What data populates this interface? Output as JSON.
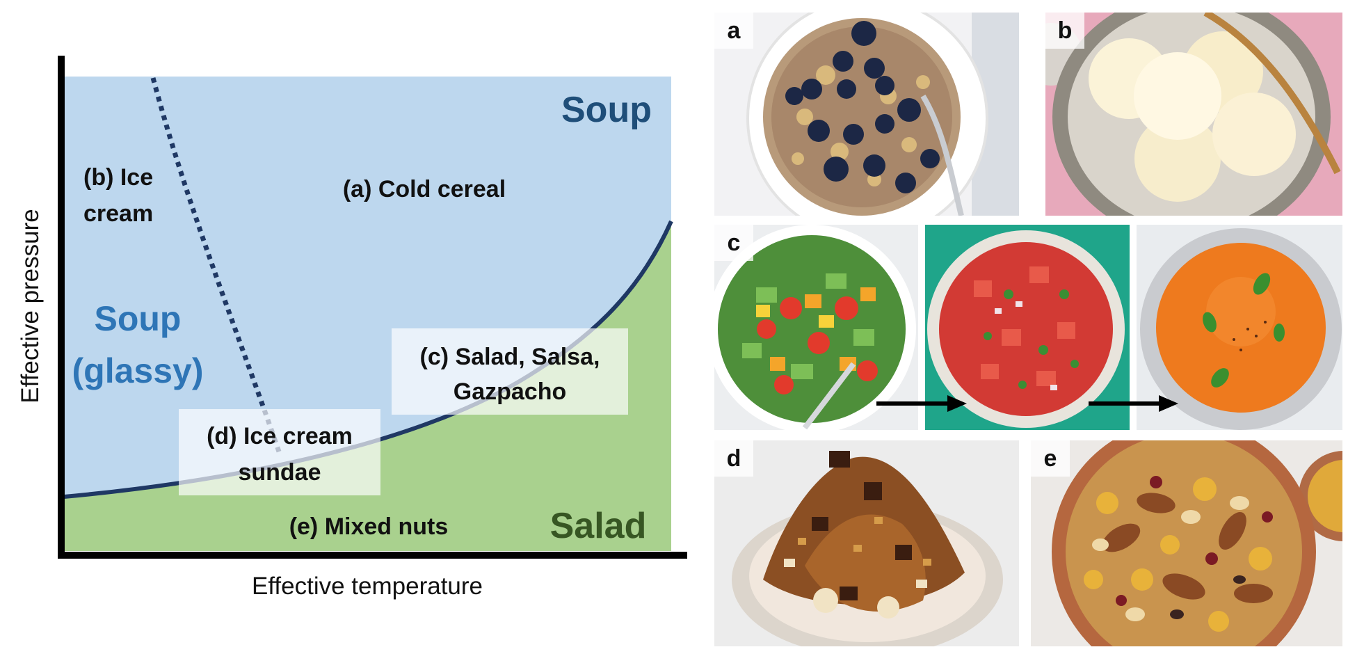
{
  "diagram": {
    "axes": {
      "x_label": "Effective temperature",
      "y_label": "Effective pressure"
    },
    "phases": {
      "soup": "Soup",
      "soup_glassy_line1": "Soup",
      "soup_glassy_line2": "(glassy)",
      "salad": "Salad"
    },
    "points": {
      "a": "(a) Cold cereal",
      "b_line1": "(b) Ice",
      "b_line2": "cream",
      "c_line1": "(c) Salad, Salsa,",
      "c_line2": "Gazpacho",
      "d_line1": "(d) Ice cream",
      "d_line2": "sundae",
      "e": "(e) Mixed nuts"
    },
    "colors": {
      "soup_region": "#bdd7ee",
      "salad_region": "#a9d18e",
      "phase_boundary": "#1f3864",
      "soup_text": "#1f4e79",
      "glassy_text": "#2e75b6",
      "salad_text": "#375623"
    }
  },
  "photos": [
    {
      "label": "a",
      "subject": "oatmeal with blueberries"
    },
    {
      "label": "b",
      "subject": "ice cream scoops"
    },
    {
      "label": "c",
      "subject": "salad, salsa, gazpacho"
    },
    {
      "label": "d",
      "subject": "ice cream sundae"
    },
    {
      "label": "e",
      "subject": "mixed nuts"
    }
  ]
}
